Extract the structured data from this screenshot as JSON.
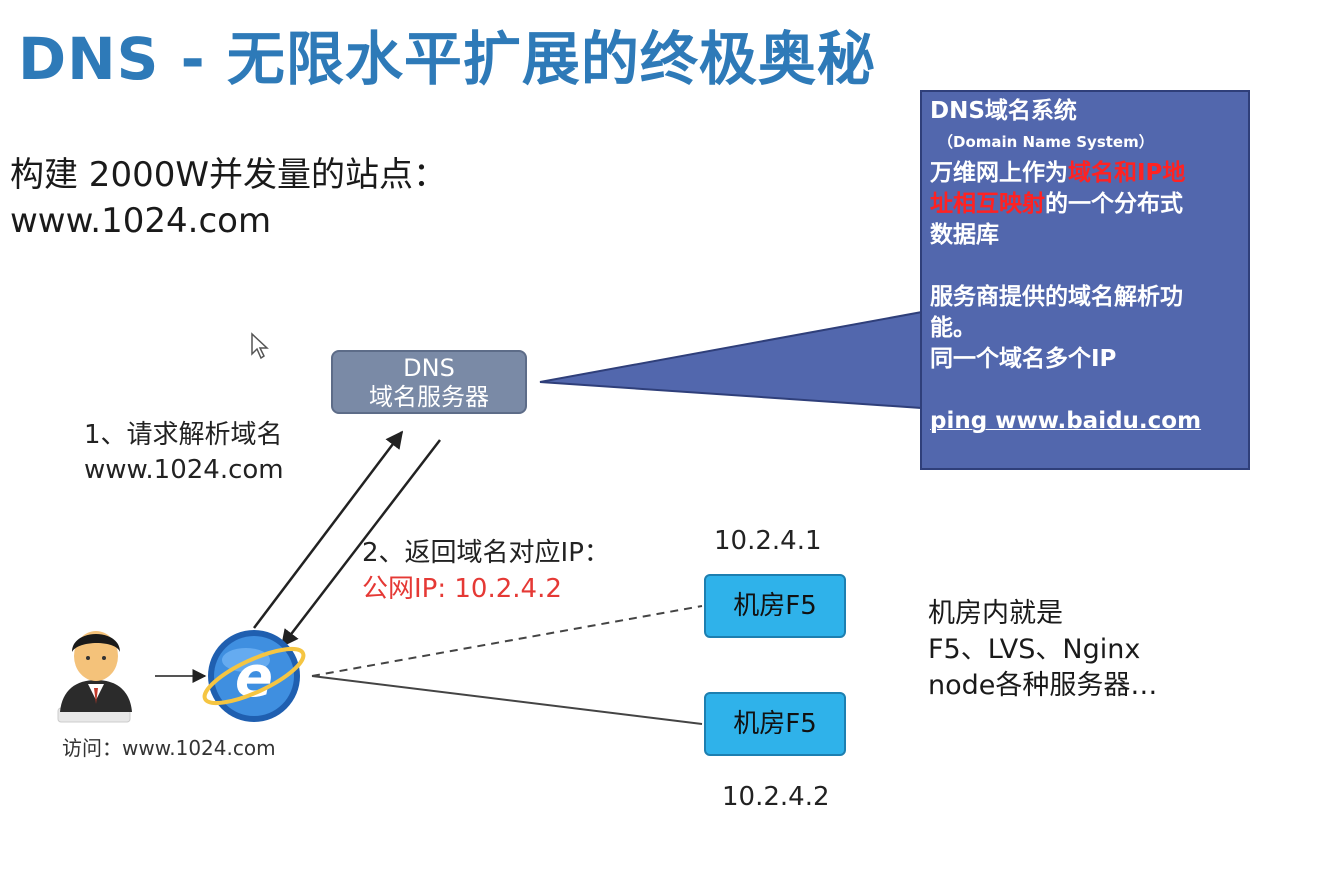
{
  "title": "DNS - 无限水平扩展的终极奥秘",
  "intro": {
    "line1": "构建 2000W并发量的站点：",
    "line2": "www.1024.com"
  },
  "info_box": {
    "heading": "DNS域名系统",
    "subheading": "（Domain Name System）",
    "desc_prefix": "万维网上作为",
    "desc_highlight_1": "域名和IP地",
    "desc_highlight_2": "址相互映射",
    "desc_suffix": "的一个分布式",
    "desc_end": "数据库",
    "service_1": "服务商提供的域名解析功",
    "service_2": "能。",
    "multi_ip": "同一个域名多个IP",
    "ping": "ping www.baidu.com"
  },
  "dns_server": {
    "line1": "DNS",
    "line2": "域名服务器"
  },
  "step1": {
    "line1": "1、请求解析域名",
    "line2": "www.1024.com"
  },
  "step2": {
    "line1": "2、返回域名对应IP：",
    "line2": "公网IP: 10.2.4.2"
  },
  "rooms": [
    {
      "label": "机房F5",
      "ip": "10.2.4.1"
    },
    {
      "label": "机房F5",
      "ip": "10.2.4.2"
    }
  ],
  "visit_label": "访问：www.1024.com",
  "note": {
    "line1": "机房内就是",
    "line2": "F5、LVS、Nginx",
    "line3": "node各种服务器…"
  },
  "colors": {
    "title": "#2e7ab8",
    "info_box": "#5267ad",
    "highlight": "#ff2222",
    "room": "#2fb2ea",
    "dns_box": "#7a8aa6"
  },
  "icons": [
    "user-avatar-icon",
    "browser-e-icon",
    "cursor-icon"
  ]
}
